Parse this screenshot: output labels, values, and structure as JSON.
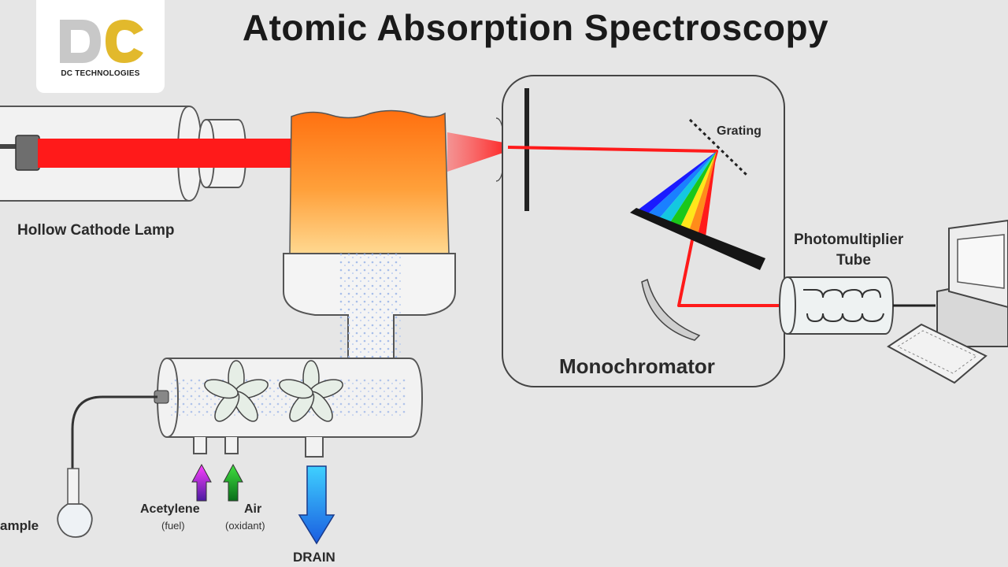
{
  "title": "Atomic Absorption Spectroscopy",
  "logo": {
    "text": "DC TECHNOLOGIES",
    "colors": {
      "grey": "#c8c8c8",
      "gold": "#e2b92c"
    }
  },
  "labels": {
    "lamp": "Hollow Cathode Lamp",
    "grating": "Grating",
    "pmt_line1": "Photomultiplier",
    "pmt_line2": "Tube",
    "monochromator": "Monochromator",
    "sample": "ample",
    "acetylene": "Acetylene",
    "acetylene_sub": "(fuel)",
    "air": "Air",
    "air_sub": "(oxidant)",
    "drain": "DRAIN"
  },
  "colors": {
    "beam": "#ff1a1a",
    "flame_top": "#ff7a14",
    "flame_bottom": "#ffd080",
    "background": "#e6e6e6",
    "acetylene_arrow": "#b400c8",
    "air_arrow": "#14a014",
    "drain_arrow": "#1e78e6"
  }
}
